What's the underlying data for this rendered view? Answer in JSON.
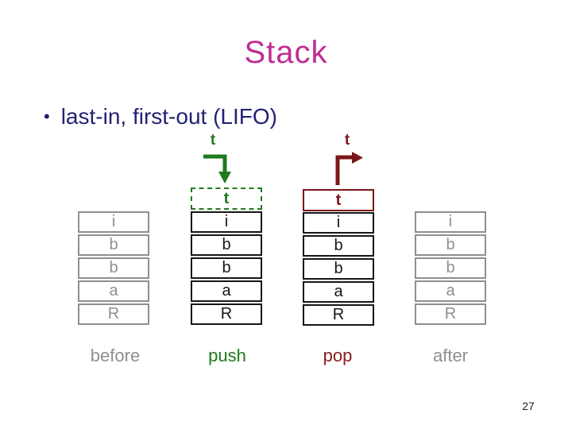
{
  "slide": {
    "title": "Stack",
    "bullet_glyph": "•",
    "bullet": "last-in, first-out (LIFO)",
    "page_number": "27"
  },
  "colors": {
    "title_magenta": "#be2e92",
    "body_navy": "#232276",
    "inactive_gray": "#8f8f8f",
    "active_black": "#161616",
    "push_green": "#1e7b1e",
    "pop_maroon": "#7b1618"
  },
  "diagram": {
    "stacks": [
      {
        "label": "before",
        "cells": [
          "i",
          "b",
          "b",
          "a",
          "R"
        ]
      },
      {
        "label": "push",
        "pointer_label": "t",
        "pushed_value": "t",
        "cells": [
          "i",
          "b",
          "b",
          "a",
          "R"
        ]
      },
      {
        "label": "pop",
        "pointer_label": "t",
        "popped_value": "t",
        "cells": [
          "i",
          "b",
          "b",
          "a",
          "R"
        ]
      },
      {
        "label": "after",
        "cells": [
          "i",
          "b",
          "b",
          "a",
          "R"
        ]
      }
    ]
  }
}
